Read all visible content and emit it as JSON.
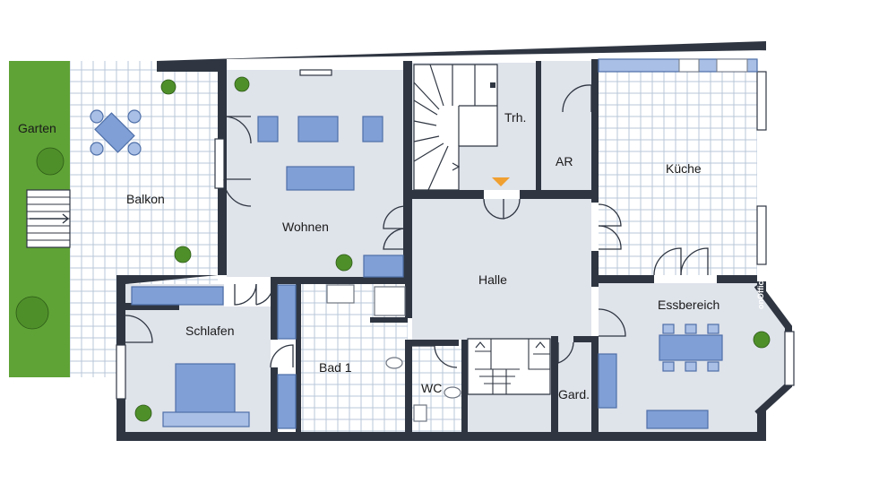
{
  "rooms": {
    "garten": "Garten",
    "balkon": "Balkon",
    "wohnen": "Wohnen",
    "treppenhaus": "Trh.",
    "abstellraum": "AR",
    "kueche": "Küche",
    "halle": "Halle",
    "schlafen": "Schlafen",
    "bad": "Bad 1",
    "wc": "WC",
    "garderobe": "Gard.",
    "essbereich": "Essbereich"
  },
  "watermark": "onOffice",
  "colors": {
    "garden": "#5fa336",
    "wall": "#2f3642",
    "floor": "#dfe3ea",
    "tile_grid": "#b9c7d8",
    "furniture": "#7f9fd6",
    "stair_arrow": "#f0a030"
  }
}
